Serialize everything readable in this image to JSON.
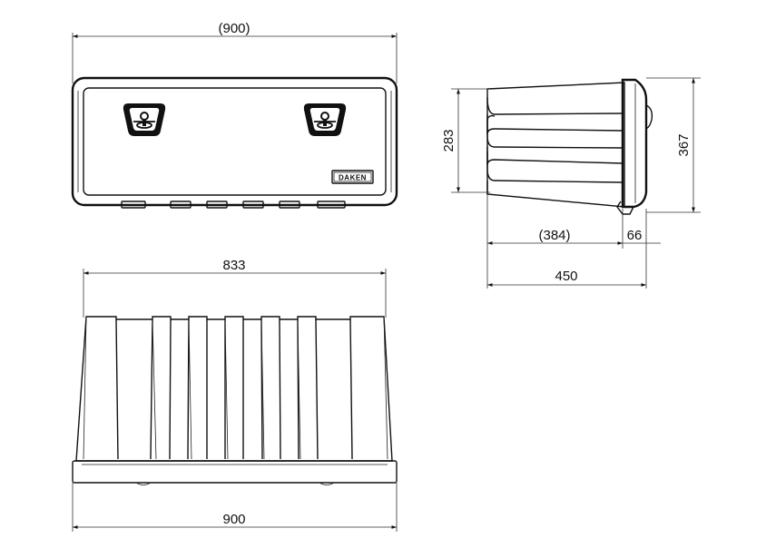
{
  "front_view": {
    "dim_width": "(900)",
    "logo_text": "DAKEN"
  },
  "side_view": {
    "dim_height_inner": "283",
    "dim_height_outer": "367",
    "dim_depth_body": "(384)",
    "dim_lid": "66",
    "dim_depth_total": "450"
  },
  "bottom_view": {
    "dim_top_width": "833",
    "dim_base_width": "900"
  }
}
